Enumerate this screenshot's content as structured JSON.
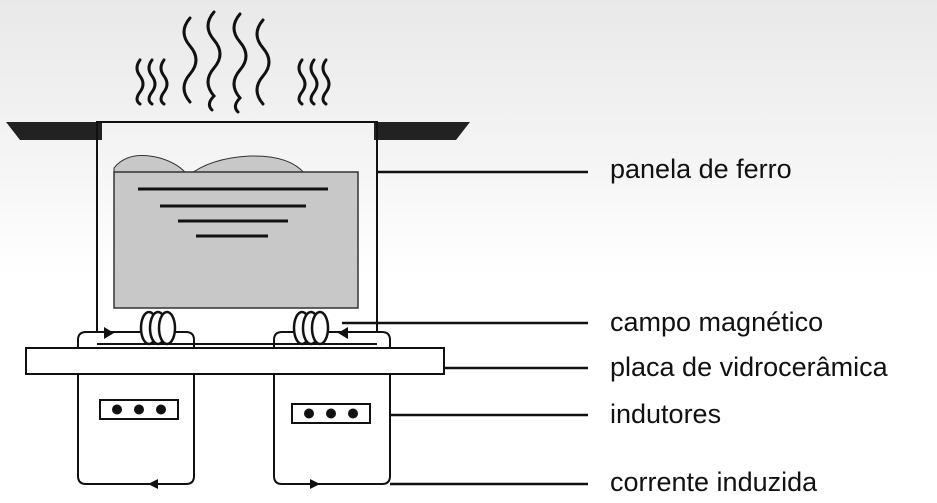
{
  "labels": {
    "iron_pan": "panela de ferro",
    "magnetic_field": "campo magnético",
    "ceramic_plate": "placa de vidrocerâmica",
    "inductors": "indutores",
    "induced_current": "corrente induzida"
  },
  "colors": {
    "outline": "#111111",
    "food_fill": "#c8c8c8",
    "handle_fill": "#222222",
    "background_top": "#e9e9e9",
    "background_bottom": "#ffffff"
  }
}
